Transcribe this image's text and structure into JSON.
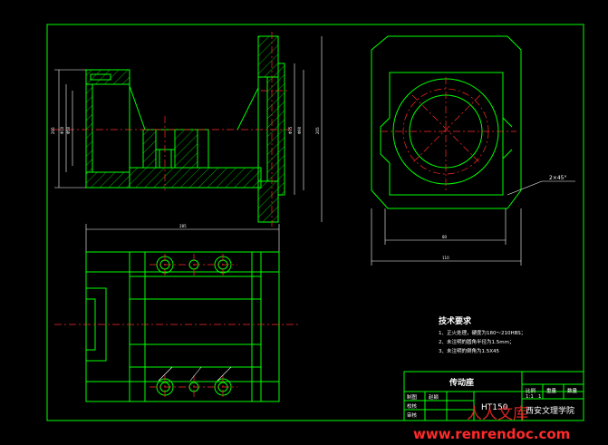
{
  "drawing": {
    "title_block": {
      "part_name": "传动座",
      "material": "HT150",
      "school": "西安文理学院",
      "row_labels": [
        "制图",
        "校核",
        "审核"
      ],
      "drafter": "赵颖",
      "header_cells": [
        "比例",
        "重量",
        "数量"
      ],
      "scale_value": "1:1",
      "quantity": "1"
    },
    "technical_requirements": {
      "heading": "技术要求",
      "items": [
        "1、正火处理，硬度为180～210HBS；",
        "2、未注明的圆角半径为1.5mm；",
        "3、未注明的倒角为1.5X45"
      ]
    },
    "annotations": {
      "chamfer": "2×45°"
    },
    "watermark": {
      "url": "www.renrendoc.com",
      "logo_text": "人人文库"
    }
  }
}
